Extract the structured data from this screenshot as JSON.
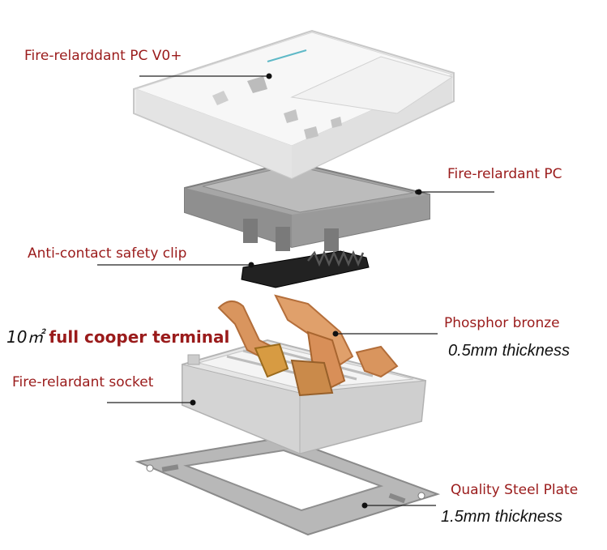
{
  "labels": {
    "cover_material": "Fire-relarddant PC V0+",
    "frame_material": "Fire-relardant PC",
    "safety_clip": "Anti-contact safety clip",
    "terminal_prefix": "10㎡",
    "terminal_text": "full cooper terminal",
    "contact_material": "Phosphor bronze",
    "contact_thickness": "0.5mm thickness",
    "socket_material": "Fire-relardant socket",
    "plate_material": "Quality Steel Plate",
    "plate_thickness": "1.5mm thickness"
  },
  "colors": {
    "label_red": "#9a1b1b",
    "leader_line": "#222222",
    "panel_white": "#f3f3f3",
    "frame_gray": "#9c9c9c",
    "copper": "#d6925c",
    "steel": "#b4b4b4"
  }
}
